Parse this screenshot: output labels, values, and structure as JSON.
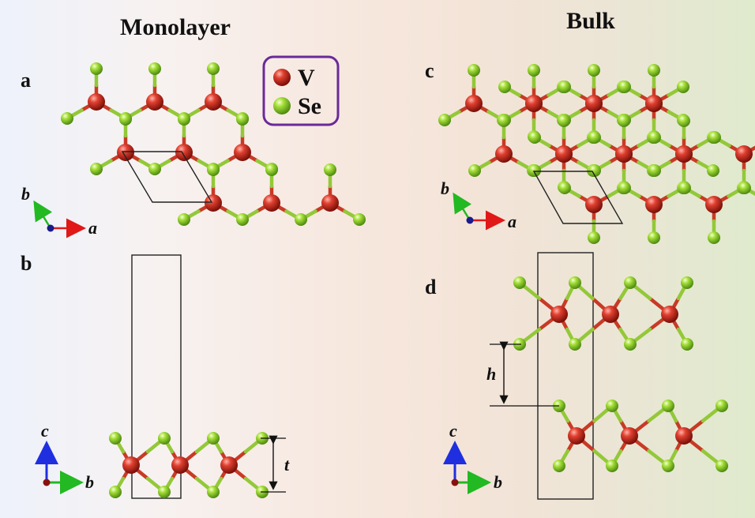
{
  "titles": {
    "monolayer": "Monolayer",
    "bulk": "Bulk"
  },
  "panels": {
    "a": "a",
    "b": "b",
    "c": "c",
    "d": "d"
  },
  "legend": {
    "items": [
      {
        "label": "V",
        "color": "#cc2a1e"
      },
      {
        "label": "Se",
        "color": "#8fd12a"
      }
    ],
    "border_color": "#6a2a9a"
  },
  "axes": {
    "a": "a",
    "b": "b",
    "c": "c",
    "a_color": "#e01818",
    "b_color": "#22b922",
    "c_color": "#1f2fe0"
  },
  "dimensions": {
    "thickness": "t",
    "interlayer": "h"
  },
  "colors": {
    "vanadium": "#cc2a1e",
    "selenium": "#8fd12a",
    "cell": "#222222"
  }
}
